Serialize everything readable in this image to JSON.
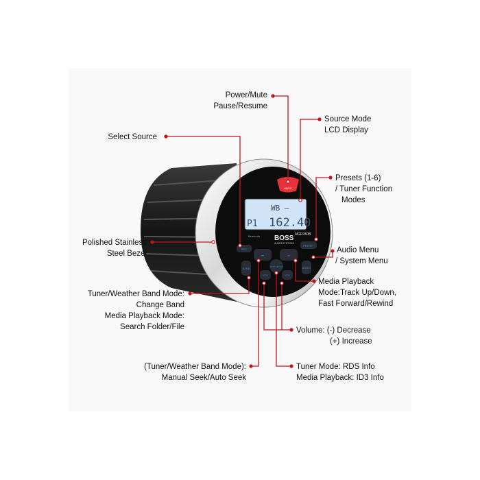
{
  "device": {
    "brand_logo": "BOSS",
    "brand_sub": "AUDIO SYSTEMS",
    "model": "MGR350B",
    "bluetooth_label": "Bluetooth",
    "lcd_line1": "WB —",
    "lcd_line2_preset": "P1",
    "lcd_line2_freq": "162.40",
    "buttons": {
      "mute": "MUTE",
      "src": "SRC",
      "preset": "PRESET",
      "audio": "AUDIO",
      "band": "BAND",
      "disp": "DISP ENTER",
      "vol_down": "VOL",
      "vol_up": "VOL",
      "prev": "⏮",
      "next": "⏭"
    },
    "colors": {
      "mute_button": "#e8323a",
      "lcd": "#cfe4f7",
      "button_text": "#3a8fd8",
      "callout": "#c0141c"
    }
  },
  "callouts": [
    {
      "id": "power",
      "lines": [
        "Power/Mute",
        "Pause/Resume"
      ]
    },
    {
      "id": "source-mode",
      "lines": [
        "Source Mode",
        "LCD Display"
      ]
    },
    {
      "id": "select-source",
      "lines": [
        "Select Source"
      ]
    },
    {
      "id": "presets",
      "lines": [
        "Presets (1-6)",
        "/ Tuner Function",
        "Modes"
      ]
    },
    {
      "id": "bezel",
      "lines": [
        "Polished Stainless",
        "Steel Bezel"
      ]
    },
    {
      "id": "audio-menu",
      "lines": [
        "Audio Menu",
        "/ System Menu"
      ]
    },
    {
      "id": "media-playback",
      "lines": [
        "Media Playback",
        "Mode:Track Up/Down,",
        "Fast Forward/Rewind"
      ]
    },
    {
      "id": "band",
      "lines": [
        "Tuner/Weather Band Mode:",
        "Change Band",
        "Media Playback Mode:",
        "Search Folder/File"
      ]
    },
    {
      "id": "volume",
      "lines": [
        "Volume:  (-) Decrease",
        "(+) Increase"
      ]
    },
    {
      "id": "seek",
      "lines": [
        "(Tuner/Weather Band Mode):",
        "Manual Seek/Auto Seek"
      ]
    },
    {
      "id": "info",
      "lines": [
        "Tuner Mode: RDS Info",
        "Media Playback: ID3 Info"
      ]
    }
  ]
}
